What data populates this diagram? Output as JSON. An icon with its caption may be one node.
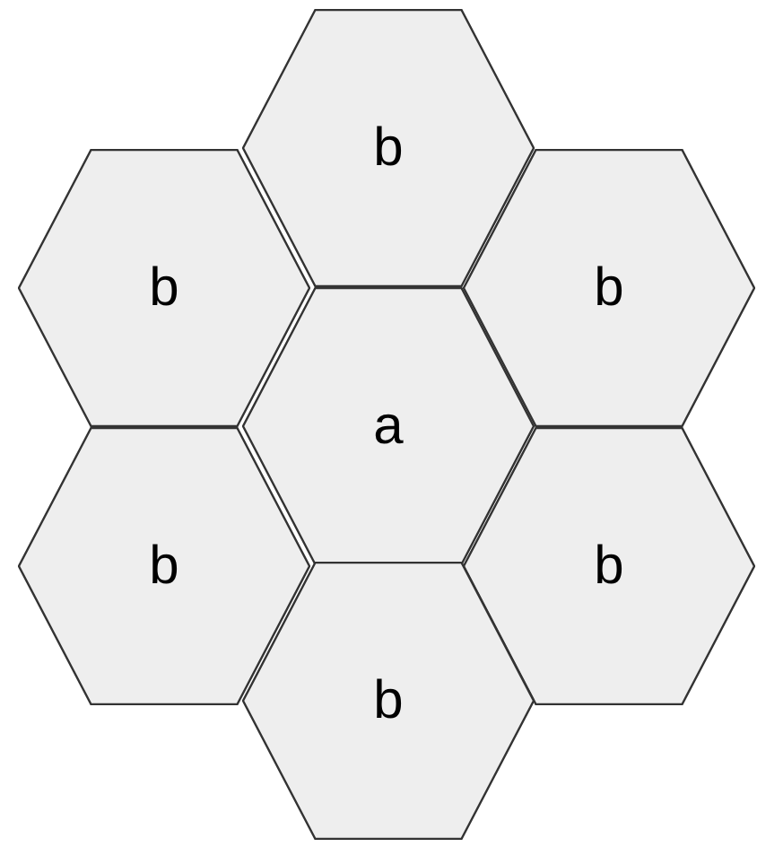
{
  "diagram": {
    "nodes": [
      {
        "text": [
          "b"
        ]
      },
      {
        "text": [
          "b"
        ]
      },
      {
        "text": [
          "b"
        ]
      },
      {
        "text": [
          "a"
        ]
      },
      {
        "text": [
          "b"
        ]
      },
      {
        "text": [
          "b"
        ]
      },
      {
        "text": [
          "b"
        ]
      }
    ]
  }
}
